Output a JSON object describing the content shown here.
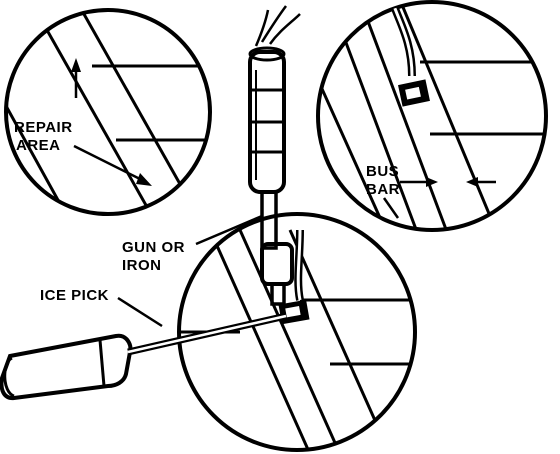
{
  "labels": {
    "repair_area_1": "REPAIR",
    "repair_area_2": "AREA",
    "bus_bar_1": "BUS",
    "bus_bar_2": "BAR",
    "gun_or_iron_1": "GUN OR",
    "gun_or_iron_2": "IRON",
    "ice_pick": "ICE PICK"
  },
  "colors": {
    "ink": "#000000",
    "paper": "#ffffff"
  }
}
